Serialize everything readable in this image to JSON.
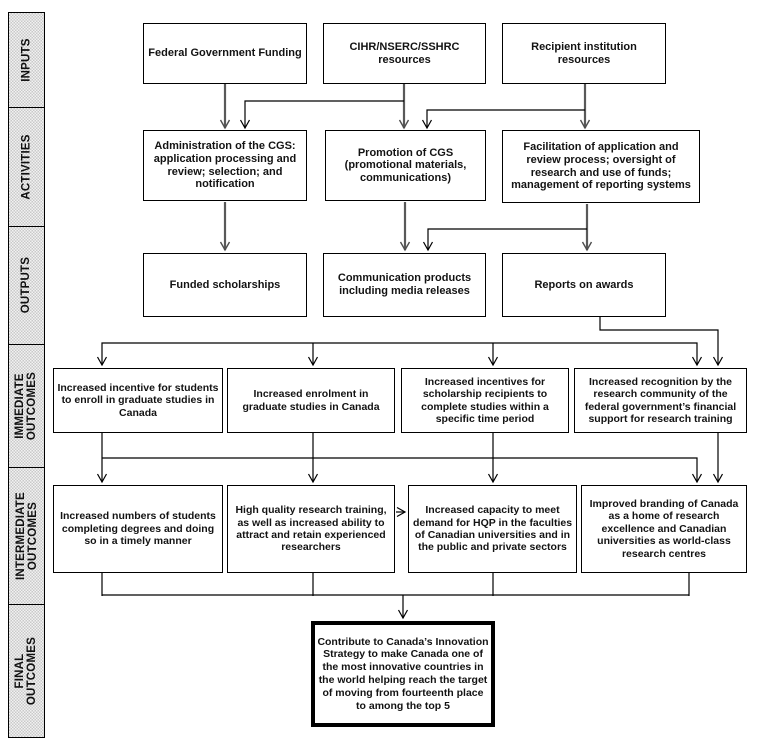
{
  "sidebar": {
    "items": [
      {
        "label": "INPUTS"
      },
      {
        "label": "ACTIVITIES"
      },
      {
        "label": "OUTPUTS"
      },
      {
        "label": "IMMEDIATE\nOUTCOMES"
      },
      {
        "label": "INTERMEDIATE\nOUTCOMES"
      },
      {
        "label": "FINAL OUTCOMES"
      }
    ]
  },
  "boxes": {
    "inputs": [
      "Federal Government Funding",
      "CIHR/NSERC/SSHRC resources",
      "Recipient institution resources"
    ],
    "activities": [
      "Administration of the CGS: application processing and review; selection; and notification",
      "Promotion of CGS (promotional materials, communications)",
      "Facilitation of application and review process; oversight of research and use of funds; management of reporting systems"
    ],
    "outputs": [
      "Funded scholarships",
      "Communication products including media releases",
      "Reports on awards"
    ],
    "immediate_outcomes": [
      "Increased incentive for students to enroll in graduate studies in Canada",
      "Increased enrolment in graduate studies in Canada",
      "Increased incentives for scholarship recipients to complete studies within a specific time period",
      "Increased recognition by the research community of the federal government’s financial support for research training"
    ],
    "intermediate_outcomes": [
      "Increased numbers of students completing degrees and doing so in a timely manner",
      "High quality research training, as well as increased ability to attract and retain experienced researchers",
      "Increased capacity to meet demand for HQP in the faculties of Canadian universities and in the public and private sectors",
      "Improved branding of Canada as a home of research excellence and Canadian universities as world-class research centres"
    ],
    "final_outcome": "Contribute to Canada’s Innovation Strategy to make Canada one of the most innovative countries in the world helping reach the target of moving from fourteenth place to among the top 5"
  },
  "colors": {
    "line": "#000000",
    "thick_line": "#595959",
    "box_border": "#000000",
    "box_background": "#ffffff",
    "sidebar_fill": "#f0f0f0",
    "sidebar_dot": "#c9c9c9",
    "text": "#111111"
  }
}
